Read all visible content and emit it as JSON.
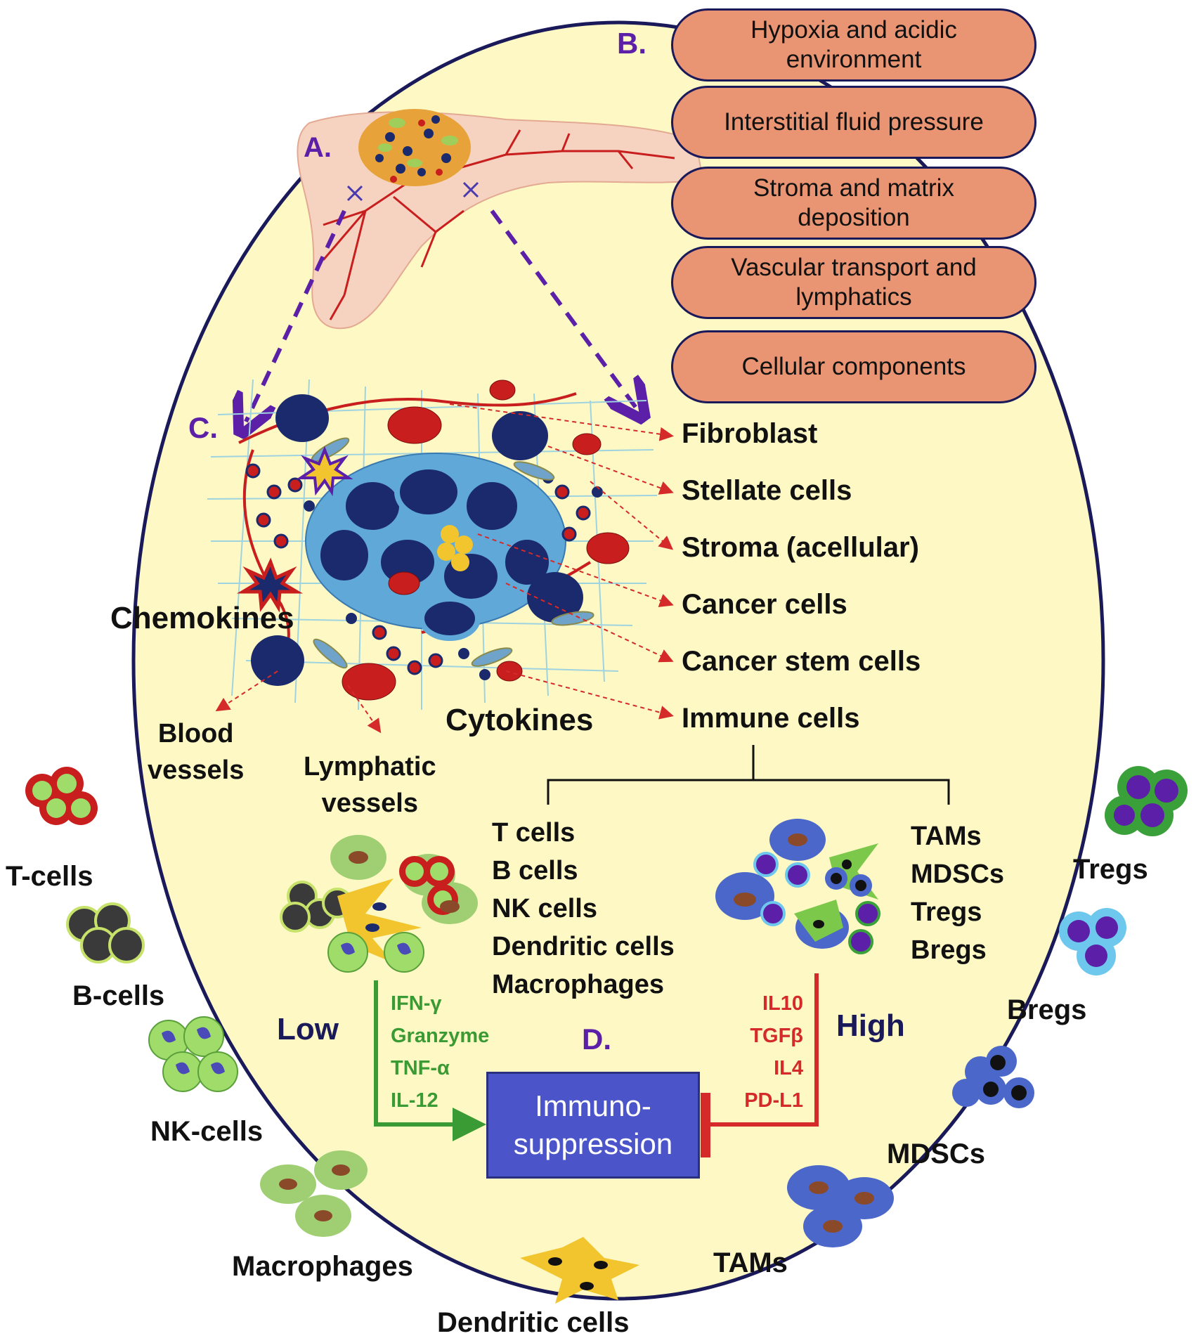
{
  "labels": {
    "a": "A.",
    "b": "B.",
    "c": "C.",
    "d": "D."
  },
  "barriers": [
    "Hypoxia and acidic environment",
    "Interstitial fluid pressure",
    "Stroma and matrix deposition",
    "Vascular transport and lymphatics",
    "Cellular components"
  ],
  "components": [
    "Fibroblast",
    "Stellate cells",
    "Stroma (acellular)",
    "Cancer cells",
    "Cancer stem cells",
    "Immune cells"
  ],
  "signals": {
    "chemokines": "Chemokines",
    "cytokines": "Cytokines"
  },
  "vessels": {
    "blood_1": "Blood",
    "blood_2": "vessels",
    "lymph_1": "Lymphatic",
    "lymph_2": "vessels"
  },
  "immune_effector": [
    "T cells",
    "B cells",
    "NK cells",
    "Dendritic cells",
    "Macrophages"
  ],
  "immune_suppressor": [
    "TAMs",
    "MDSCs",
    "Tregs",
    "Bregs"
  ],
  "low": "Low",
  "high": "High",
  "green_factors": [
    "IFN-γ",
    "Granzyme",
    "TNF-α",
    "IL-12"
  ],
  "red_factors": [
    "IL10",
    "TGFβ",
    "IL4",
    "PD-L1"
  ],
  "immunosuppression": {
    "line1": "Immuno-",
    "line2": "suppression"
  },
  "outside_cells": {
    "tcells": "T-cells",
    "bcells": "B-cells",
    "nkcells": "NK-cells",
    "macrophages": "Macrophages",
    "dendritic": "Dendritic cells",
    "tams": "TAMs",
    "mdscs": "MDSCs",
    "bregs": "Bregs",
    "tregs": "Tregs"
  },
  "colors": {
    "ellipse_fill": "#fdf8c4",
    "pill_fill": "#e99472",
    "label_purple": "#5b1fa8",
    "green": "#3a9a33",
    "red": "#d42a2a",
    "box_blue": "#4b55c9",
    "navy": "#1a1a5a"
  }
}
